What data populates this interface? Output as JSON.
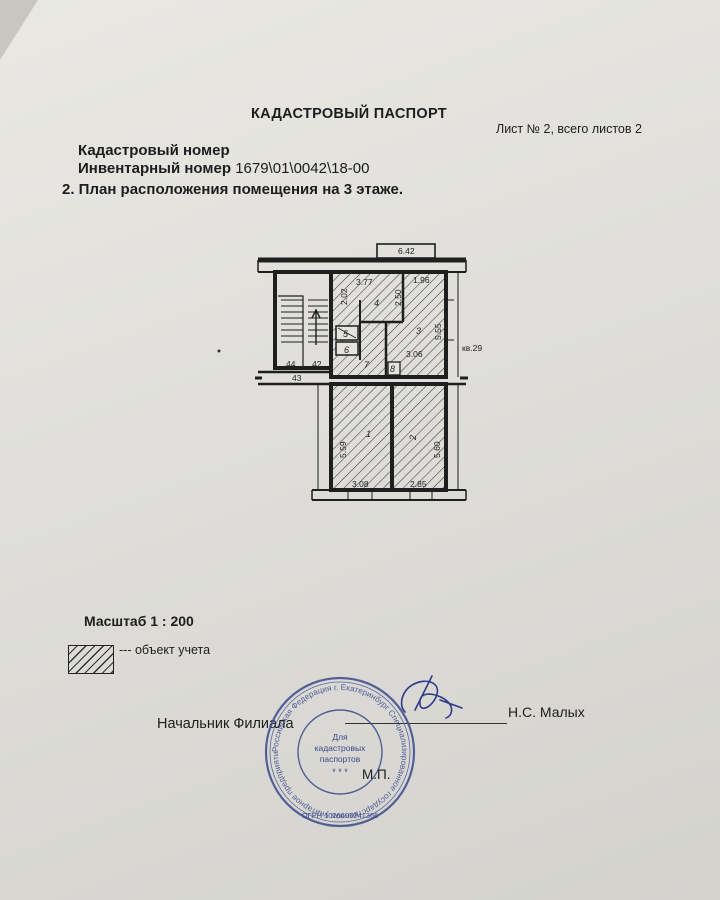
{
  "document": {
    "title": "КАДАСТРОВЫЙ ПАСПОРТ",
    "sheet_info": "Лист № 2, всего листов 2",
    "cadastral_number_label": "Кадастровый номер",
    "inventory_number_label": "Инвентарный номер",
    "inventory_number_value": "1679\\01\\0042\\18-00",
    "plan_heading": "2. План расположения помещения на 3 этаже."
  },
  "floorplan": {
    "dim_top_annex": "6.42",
    "dim_room4_width": "3.77",
    "dim_room3_top": "1.96",
    "dim_room4_depth": "2.02",
    "dim_inner": "2.50",
    "dim_room3_depth": "5.55",
    "dim_room3_width": "3.06",
    "dim_stair_44": "44",
    "dim_stair_42": "42",
    "dim_stair_43": "43",
    "apartment_label": "кв.29",
    "dim_room1_depth": "5.59",
    "dim_room2_depth": "5.60",
    "dim_room1_width": "3.08",
    "dim_room2_width": "2.85",
    "room_labels": [
      "1",
      "2",
      "3",
      "4",
      "5",
      "6",
      "7",
      "8"
    ]
  },
  "scale": "Масштаб 1 : 200",
  "legend_text": "--- объект  учета",
  "signature": {
    "position": "Начальник Филиала",
    "name": "Н.С. Малых",
    "mp": "М.П."
  },
  "stamp": {
    "outer_text": "Российская Федерация г. Екатеринбург Специализированное государственное унитарное предприятие Свердловской области Областной Государственный Центр технической инвентаризации и регистрации недвижимости Филиал",
    "center_line1": "Для",
    "center_line2": "кадастровых",
    "center_line3": "паспортов",
    "ogrn": "ОГРН 1026605241366"
  }
}
